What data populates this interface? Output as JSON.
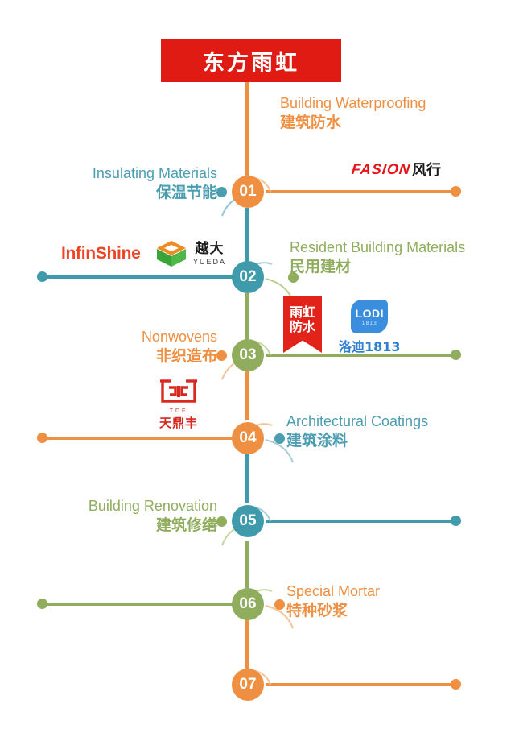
{
  "banner": {
    "title": "东方雨虹"
  },
  "colors": {
    "orange": "#ef8f42",
    "teal": "#3f9aab",
    "green": "#8fad5d",
    "red": "#e01b14",
    "white": "#ffffff"
  },
  "nodes": [
    {
      "num": "01",
      "fill": "#ef8f42",
      "accent": "#4a9eb0",
      "label_en": "Insulating Materials",
      "label_cn": "保温节能",
      "label_color": "#4a9eb0",
      "side": "left",
      "line_side": "right",
      "line_color": "#ef8f42"
    },
    {
      "num": "02",
      "fill": "#3f9aab",
      "accent": "#8fad5d",
      "label_en": "Resident Building Materials",
      "label_cn": "民用建材",
      "label_color": "#8fad5d",
      "side": "right",
      "line_side": "left",
      "line_color": "#3f9aab"
    },
    {
      "num": "03",
      "fill": "#8fad5d",
      "accent": "#ef8f42",
      "label_en": "Nonwovens",
      "label_cn": "非织造布",
      "label_color": "#ef8f42",
      "side": "left",
      "line_side": "right",
      "line_color": "#8fad5d"
    },
    {
      "num": "04",
      "fill": "#ef8f42",
      "accent": "#4a9eb0",
      "label_en": "Architectural Coatings",
      "label_cn": "建筑涂料",
      "label_color": "#4a9eb0",
      "side": "right",
      "line_side": "left",
      "line_color": "#ef8f42"
    },
    {
      "num": "05",
      "fill": "#3f9aab",
      "accent": "#8fad5d",
      "label_en": "Building Renovation",
      "label_cn": "建筑修缮",
      "label_color": "#8fad5d",
      "side": "left",
      "line_side": "right",
      "line_color": "#3f9aab"
    },
    {
      "num": "06",
      "fill": "#8fad5d",
      "accent": "#ef8f42",
      "label_en": "Special Mortar",
      "label_cn": "特种砂浆",
      "label_color": "#ef8f42",
      "side": "right",
      "line_side": "left",
      "line_color": "#8fad5d"
    },
    {
      "num": "07",
      "fill": "#ef8f42",
      "accent": "",
      "label_en": "",
      "label_cn": "",
      "label_color": "#ef8f42",
      "side": "none",
      "line_side": "right",
      "line_color": "#ef8f42"
    }
  ],
  "top_label": {
    "en": "Building Waterproofing",
    "cn": "建筑防水",
    "color": "#ef8f42"
  },
  "logos": {
    "fasion": {
      "latin": "FASION",
      "cn": "风行"
    },
    "infinshine": {
      "text": "InfinShine"
    },
    "yueda": {
      "cn": "越大",
      "en": "YUEDA"
    },
    "yuhong": {
      "line1": "雨虹",
      "line2": "防水"
    },
    "lodi": {
      "mark": "LODI",
      "mark_sub": "1813",
      "cn": "洛迪1813"
    },
    "tdf": {
      "top": "TDF",
      "cn": "天鼎丰"
    }
  }
}
